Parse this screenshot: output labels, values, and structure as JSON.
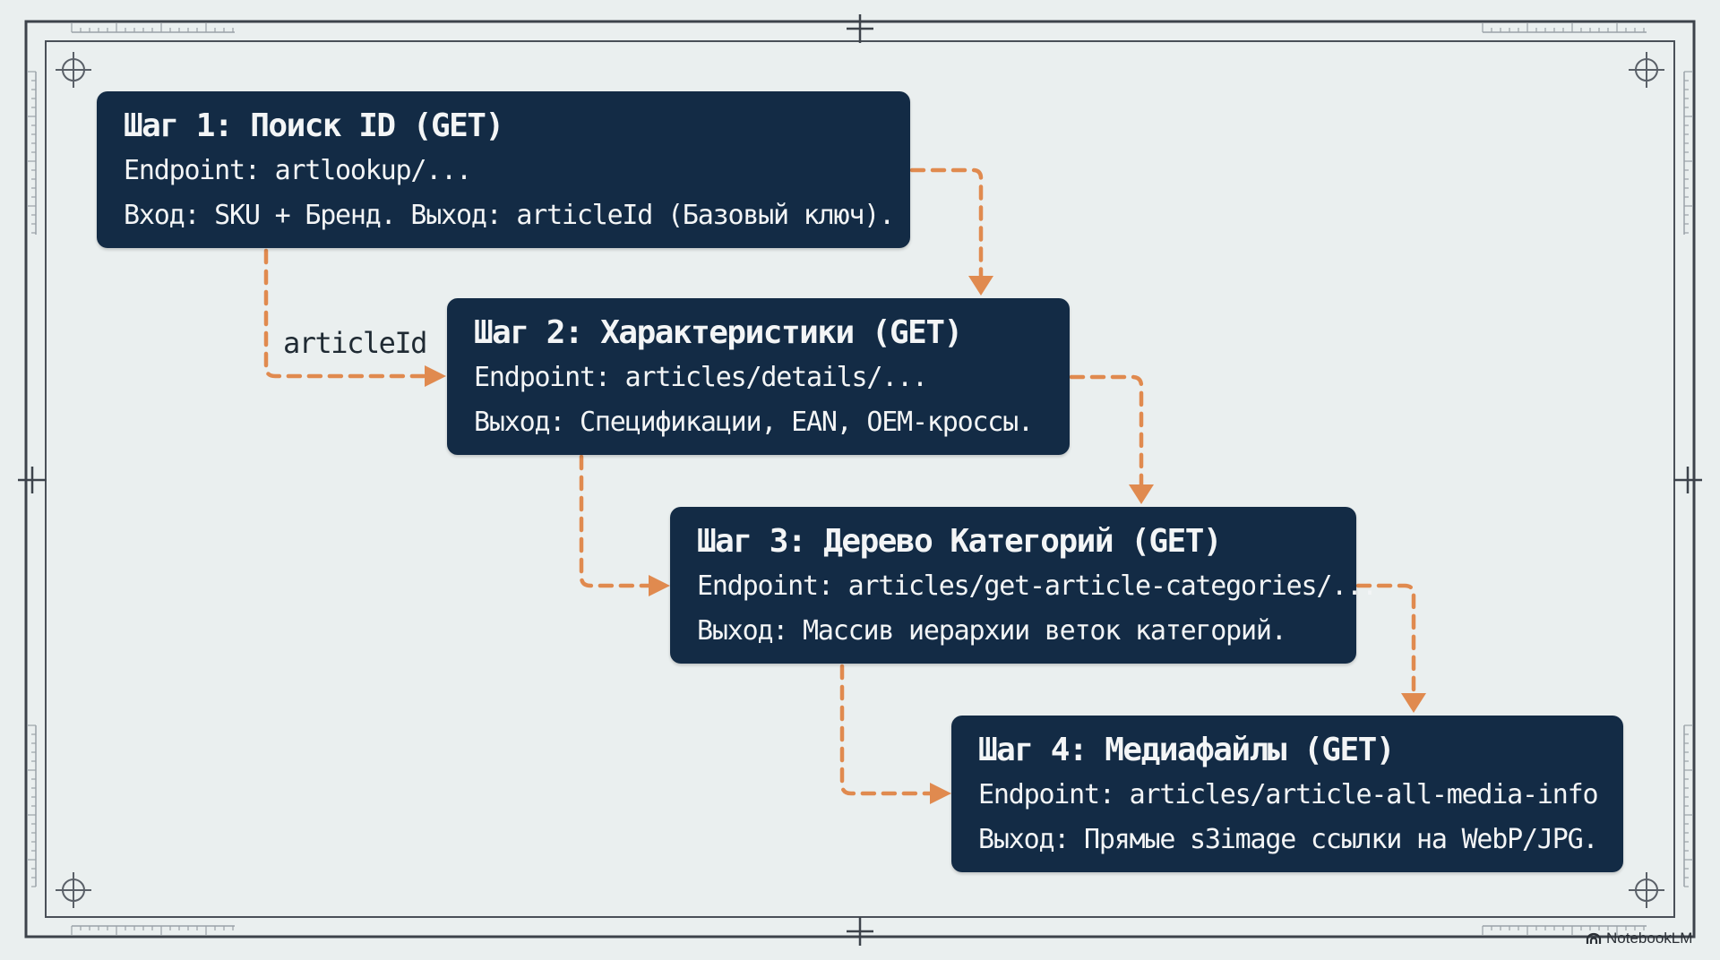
{
  "steps": [
    {
      "title": "Шаг 1: Поиск ID (GET)",
      "endpoint": "Endpoint: artlookup/...",
      "detail": "Вход: SKU + Бренд. Выход: articleId (Базовый ключ)."
    },
    {
      "title": "Шаг 2: Характеристики (GET)",
      "endpoint": "Endpoint: articles/details/...",
      "detail": "Выход: Спецификации, EAN, OEM-кроссы."
    },
    {
      "title": "Шаг 3: Дерево Категорий (GET)",
      "endpoint": "Endpoint: articles/get-article-categories/...",
      "detail": "Выход: Массив иерархии веток категорий."
    },
    {
      "title": "Шаг 4: Медиафайлы (GET)",
      "endpoint": "Endpoint: articles/article-all-media-info",
      "detail": "Выход: Прямые s3image ссылки на WebP/JPG."
    }
  ],
  "edge_label": "articleId",
  "watermark": "NotebookLM",
  "colors": {
    "box": "#132b45",
    "arrow": "#e08a4f",
    "frame": "#3a4048",
    "background": "#eaefef"
  }
}
